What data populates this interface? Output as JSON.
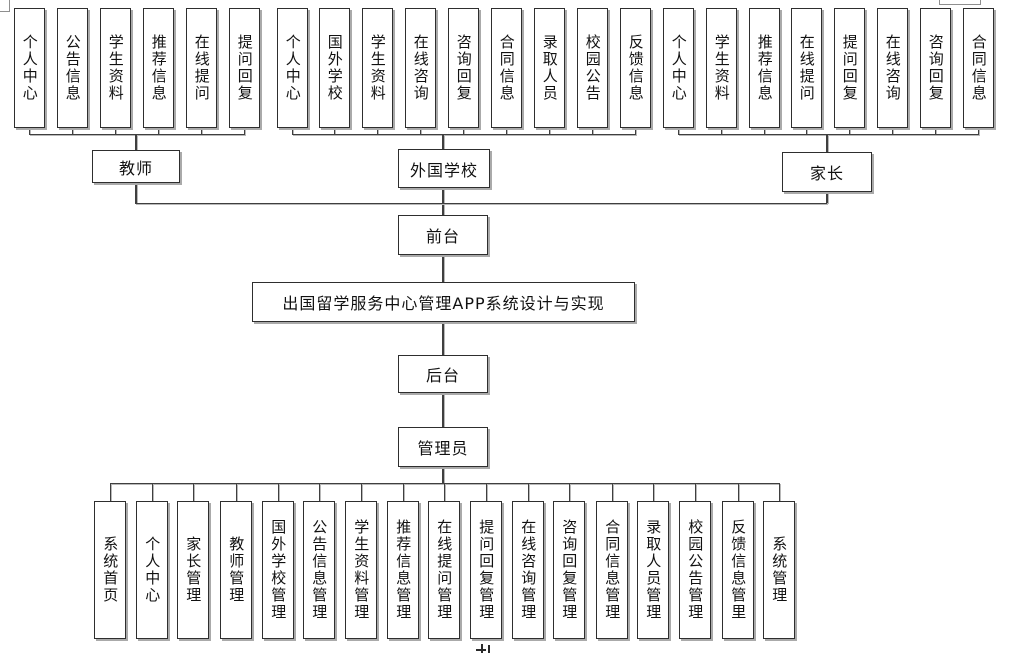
{
  "diagram": {
    "root_label": "出国留学服务中心管理APP系统设计与实现",
    "front": {
      "label": "前台",
      "roles": [
        {
          "label": "教师",
          "modules": [
            "个人中心",
            "公告信息",
            "学生资料",
            "推荐信息",
            "在线提问",
            "提问回复"
          ]
        },
        {
          "label": "外国学校",
          "modules": [
            "个人中心",
            "国外学校",
            "学生资料",
            "在线咨询",
            "咨询回复",
            "合同信息",
            "录取人员",
            "校园公告",
            "反馈信息"
          ]
        },
        {
          "label": "家长",
          "modules": [
            "个人中心",
            "学生资料",
            "推荐信息",
            "在线提问",
            "提问回复",
            "在线咨询",
            "咨询回复",
            "合同信息"
          ]
        }
      ]
    },
    "back": {
      "label": "后台",
      "admin": {
        "label": "管理员",
        "modules": [
          "系统首页",
          "个人中心",
          "家长管理",
          "教师管理",
          "国外学校管理",
          "公告信息管理",
          "学生资料管理",
          "推荐信息管理",
          "在线提问管理",
          "提问回复管理",
          "在线咨询管理",
          "咨询回复管理",
          "合同信息管理",
          "录取人员管理",
          "校园公告管理",
          "反馈信息管里",
          "系统管理"
        ]
      }
    },
    "colors": {
      "background": "#ffffff",
      "box_border": "#2e2e2e",
      "box_shadow": "#aaaaaa",
      "connector": "#3f3f3f",
      "text": "#111111"
    }
  }
}
